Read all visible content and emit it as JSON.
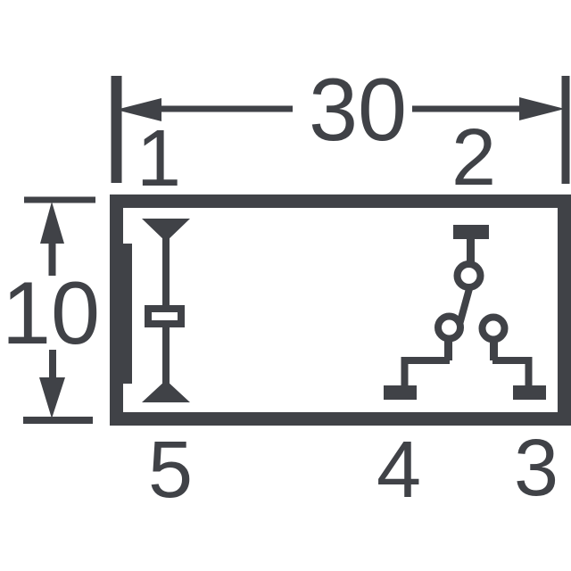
{
  "page": {
    "background_color": "#ffffff"
  },
  "diagram": {
    "ink_color": "#404247",
    "kind": "relay-pinout-dimension-drawing",
    "dimensions": {
      "width_label": "30",
      "height_label": "10"
    },
    "pins": [
      {
        "number": "1",
        "position": "top-left"
      },
      {
        "number": "2",
        "position": "top-right"
      },
      {
        "number": "3",
        "position": "bottom-right"
      },
      {
        "number": "4",
        "position": "bottom-center"
      },
      {
        "number": "5",
        "position": "bottom-left"
      }
    ],
    "symbols": {
      "coil": "polarized coil drawn between pin 1 (top) and pin 5 (bottom)",
      "contact": "SPDT contact set: common terminal pin 2, stationary contacts at pins 4 and 3",
      "case_mark": "thick orientation bar on inner left edge of body outline"
    },
    "icons": {
      "arrow_left": "dimension-arrowhead-left",
      "arrow_right": "dimension-arrowhead-right",
      "arrow_up": "dimension-arrowhead-up",
      "arrow_down": "dimension-arrowhead-down",
      "coil_triangle_top": "downward-triangle",
      "coil_triangle_bottom": "upward-triangle"
    }
  }
}
